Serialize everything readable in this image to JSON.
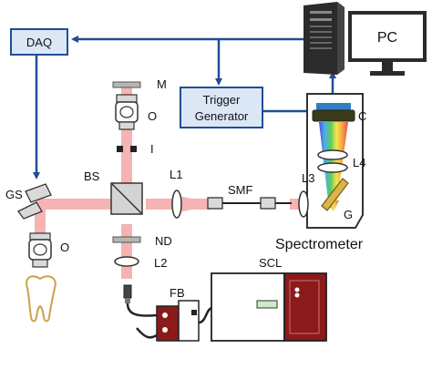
{
  "boxes": {
    "daq": "DAQ",
    "pc": "PC",
    "trigger_line1": "Trigger",
    "trigger_line2": "Generator"
  },
  "labels": {
    "M": "M",
    "O_top": "O",
    "I": "I",
    "BS": "BS",
    "L1": "L1",
    "SMF": "SMF",
    "ND": "ND",
    "L2": "L2",
    "GS": "GS",
    "O_left": "O",
    "C": "C",
    "L4": "L4",
    "L3": "L3",
    "G": "G",
    "spectrometer": "Spectrometer",
    "FB": "FB",
    "SCL": "SCL"
  },
  "colors": {
    "signal_line": "#1f4e96",
    "box_fill": "#dce7f6",
    "box_stroke": "#1f4e96",
    "beam": "#f6b3b3",
    "laser_red": "#8b1a1a"
  }
}
